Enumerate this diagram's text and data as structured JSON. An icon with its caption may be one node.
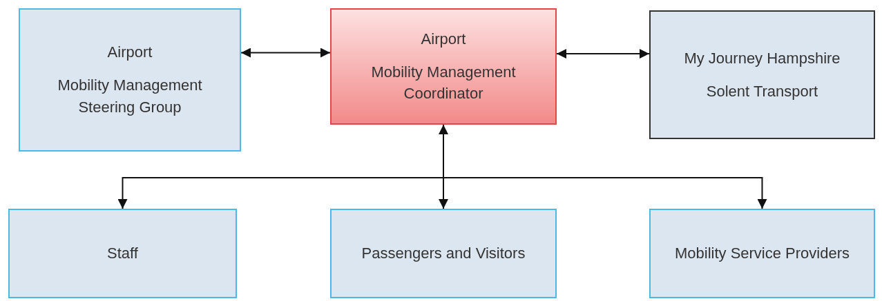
{
  "diagram": {
    "nodes": [
      {
        "text": [
          "Airport",
          "Mobility Management Steering Group"
        ]
      },
      {
        "text": [
          "Airport",
          "Mobility Management Coordinator"
        ]
      },
      {
        "text": [
          "My Journey Hampshire",
          "Solent Transport"
        ]
      },
      {
        "text": [
          "Staff"
        ]
      },
      {
        "text": [
          "Passengers and Visitors"
        ]
      },
      {
        "text": [
          "Mobility Service Providers"
        ]
      }
    ],
    "edges": [
      {
        "from": 0,
        "to": 1,
        "arrow": "both"
      },
      {
        "from": 1,
        "to": 2,
        "arrow": "both"
      },
      {
        "from": 1,
        "to": 3,
        "arrow": "to"
      },
      {
        "from": 1,
        "to": 4,
        "arrow": "both"
      },
      {
        "from": 1,
        "to": 5,
        "arrow": "to"
      }
    ]
  }
}
